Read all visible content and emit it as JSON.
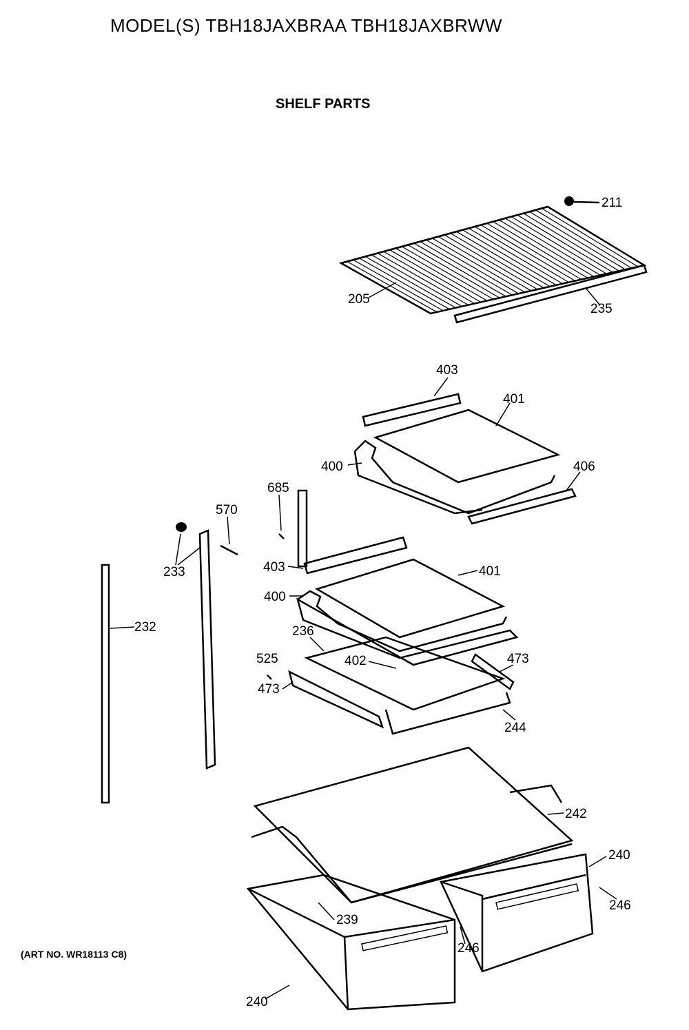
{
  "header": {
    "model_line": "MODEL(S) TBH18JAXBRAA TBH18JAXBRWW",
    "section_title": "SHELF PARTS"
  },
  "footer": {
    "art_no": "(ART NO. WR18113 C8)"
  },
  "part_labels": {
    "p211": "211",
    "p205": "205",
    "p235": "235",
    "p403a": "403",
    "p401a": "401",
    "p400a": "400",
    "p406": "406",
    "p685": "685",
    "p570": "570",
    "p233": "233",
    "p403b": "403",
    "p401b": "401",
    "p400b": "400",
    "p232": "232",
    "p236": "236",
    "p525": "525",
    "p402": "402",
    "p473a": "473",
    "p473b": "473",
    "p244": "244",
    "p242": "242",
    "p240a": "240",
    "p246a": "246",
    "p239": "239",
    "p246b": "246",
    "p240b": "240"
  }
}
